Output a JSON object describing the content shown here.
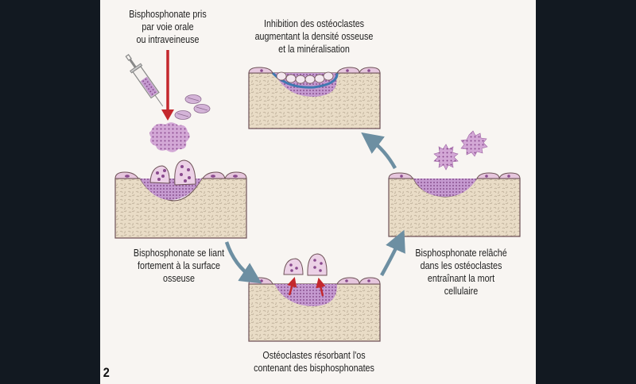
{
  "figure": {
    "number": "2",
    "colors": {
      "bone": "#e9dcc6",
      "bone_outline": "#6e5257",
      "lining_cells": "#e6c6dd",
      "resorption_pit": "#b98bc4",
      "drug_particles": "#c99ccd",
      "cycle_arrows": "#6d8fa2",
      "drug_arrow": "#c4282d",
      "new_bone_layer": "#3f78b0",
      "background": "#f8f5f2",
      "page_background": "#121921"
    }
  },
  "steps": [
    {
      "id": "administration",
      "caption": [
        "Bisphosphonate pris",
        "par voie orale",
        "ou intraveineuse"
      ],
      "icons": [
        "syringe-icon",
        "pill-tablets-icon",
        "drug-arrow-down-icon"
      ]
    },
    {
      "id": "binding",
      "caption": [
        "Bisphosphonate se liant",
        "fortement à la surface",
        "osseuse"
      ]
    },
    {
      "id": "resorption",
      "caption": [
        "Ostéoclastes résorbant l'os",
        "contenant des bisphosphonates"
      ]
    },
    {
      "id": "release",
      "caption": [
        "Bisphosphonate relâché",
        "dans les ostéoclastes",
        "entraînant la mort",
        "cellulaire"
      ]
    },
    {
      "id": "inhibition",
      "caption": [
        "Inhibition des ostéoclastes",
        "augmentant la densité osseuse",
        "et la minéralisation"
      ]
    }
  ]
}
